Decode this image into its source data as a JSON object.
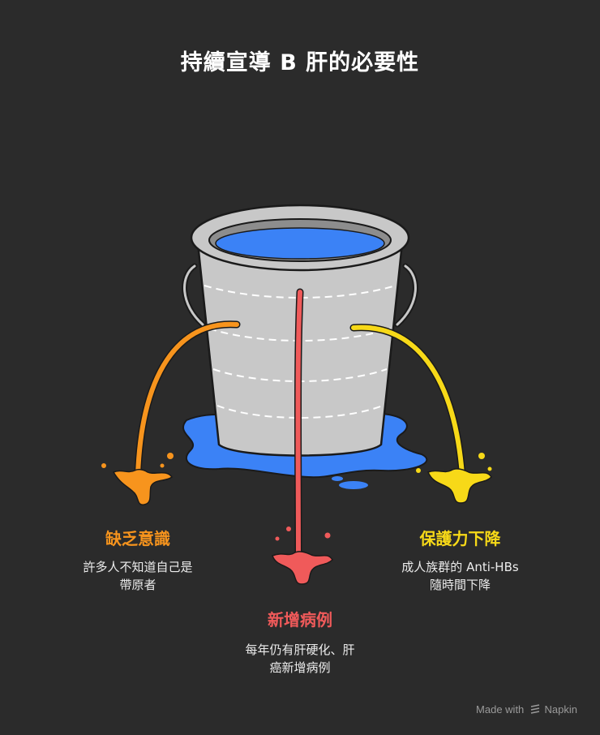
{
  "title": "持續宣導 B 肝的必要性",
  "items": [
    {
      "label": "缺乏意識",
      "desc_line1": "許多人不知道自己是",
      "desc_line2": "帶原者",
      "color": "#f7941d"
    },
    {
      "label": "新增病例",
      "desc_line1": "每年仍有肝硬化、肝",
      "desc_line2": "癌新增病例",
      "color": "#f05a5a"
    },
    {
      "label": "保護力下降",
      "desc_line1": "成人族群的 Anti-HBs",
      "desc_line2": "隨時間下降",
      "color": "#f7d918"
    }
  ],
  "footer": {
    "made_with": "Made with",
    "brand": "Napkin"
  },
  "colors": {
    "background": "#2b2b2b",
    "bucket": "#c8c8c8",
    "water": "#3b82f6"
  }
}
